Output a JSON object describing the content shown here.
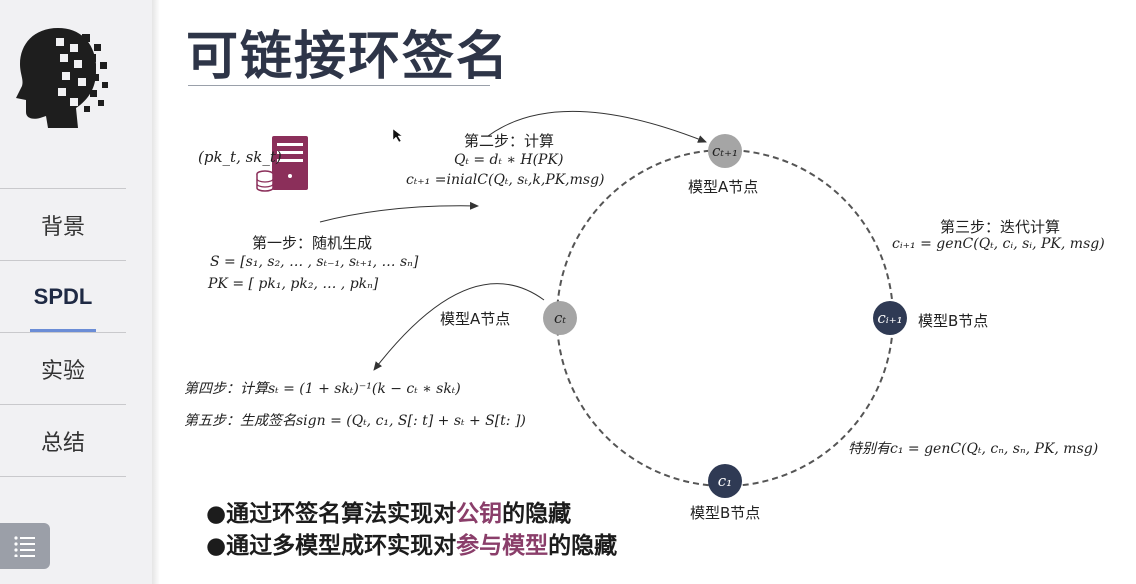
{
  "title": "可链接环签名",
  "sidebar": {
    "items": [
      {
        "label": "背景",
        "active": false
      },
      {
        "label": "SPDL",
        "active": true
      },
      {
        "label": "实验",
        "active": false
      },
      {
        "label": "总结",
        "active": false
      }
    ],
    "menu_icon": "list-icon"
  },
  "keypair_label": "(pk_t, sk_t)",
  "server_icon": "server-database-icon",
  "step1": {
    "title": "第一步：随机生成",
    "s_formula": "S = [s₁, s₂, … , sₜ₋₁, sₜ₊₁, … sₙ]",
    "pk_formula": "PK = [ pk₁, pk₂, … , pkₙ]"
  },
  "step2": {
    "title": "第二步：计算",
    "q_formula": "Qₜ = dₜ ∗ H(PK)",
    "c_formula": "cₜ₊₁ =inialC(Qₜ, sₜ,k,PK,msg)"
  },
  "step3": {
    "title": "第三步：迭代计算",
    "formula": "cᵢ₊₁ = genC(Qₜ, cᵢ, sᵢ, PK, msg)"
  },
  "step4": {
    "formula": "第四步：计算sₜ = (1 + skₜ)⁻¹(k − cₜ ∗ skₜ)"
  },
  "step5": {
    "formula": "第五步：生成签名sign = (Qₜ, c₁, S[: t] + sₜ + S[t: ])"
  },
  "special": {
    "formula": "特别有c₁ = genC(Qₜ, cₙ, sₙ, PK, msg)"
  },
  "nodes": {
    "top": {
      "symbol": "cₜ₊₁",
      "label": "模型A节点"
    },
    "left": {
      "symbol": "cₜ",
      "label": "模型A节点"
    },
    "right": {
      "symbol": "cᵢ₊₁",
      "label": "模型B节点"
    },
    "bottom": {
      "symbol": "c₁",
      "label": "模型B节点"
    }
  },
  "bullets": [
    {
      "pre": "●通过环签名算法实现对",
      "highlight": "公钥",
      "post": "的隐藏"
    },
    {
      "pre": "●通过多模型成环实现对",
      "highlight": "参与模型",
      "post": "的隐藏"
    }
  ],
  "colors": {
    "title": "#2e3548",
    "server": "#8b2f5a",
    "node_grey": "#a5a5a5",
    "node_dark": "#2f3a54",
    "highlight": "#8a3e6a"
  }
}
